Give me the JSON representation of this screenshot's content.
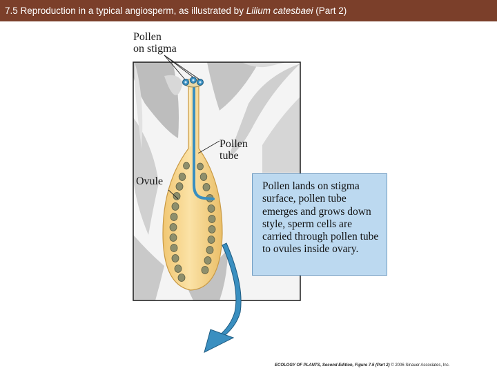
{
  "header": {
    "title_prefix": "7.5  Reproduction in a typical angiosperm, as illustrated by ",
    "title_species": "Lilium catesbaei",
    "title_suffix": " (Part 2)"
  },
  "labels": {
    "pollen_on_stigma": "Pollen\non stigma",
    "pollen_tube": "Pollen\ntube",
    "ovule": "Ovule"
  },
  "callout": {
    "text": "Pollen lands on stigma surface, pollen tube emerges and grows down style, sperm cells are carried through pollen tube to ovules inside ovary."
  },
  "credit": {
    "book": "ECOLOGY OF PLANTS, Second Edition, Figure 7.5 (Part 2)",
    "copyright": "  © 2006 Sinauer Associates, Inc."
  },
  "colors": {
    "title_bar": "#7b3f2a",
    "ovary_fill": "#f7d78e",
    "pollen_tube": "#3a8fc0",
    "ovule_fill": "#8e8f6c",
    "callout_fill": "#bcd9f0",
    "arrow": "#3a8fc0"
  }
}
